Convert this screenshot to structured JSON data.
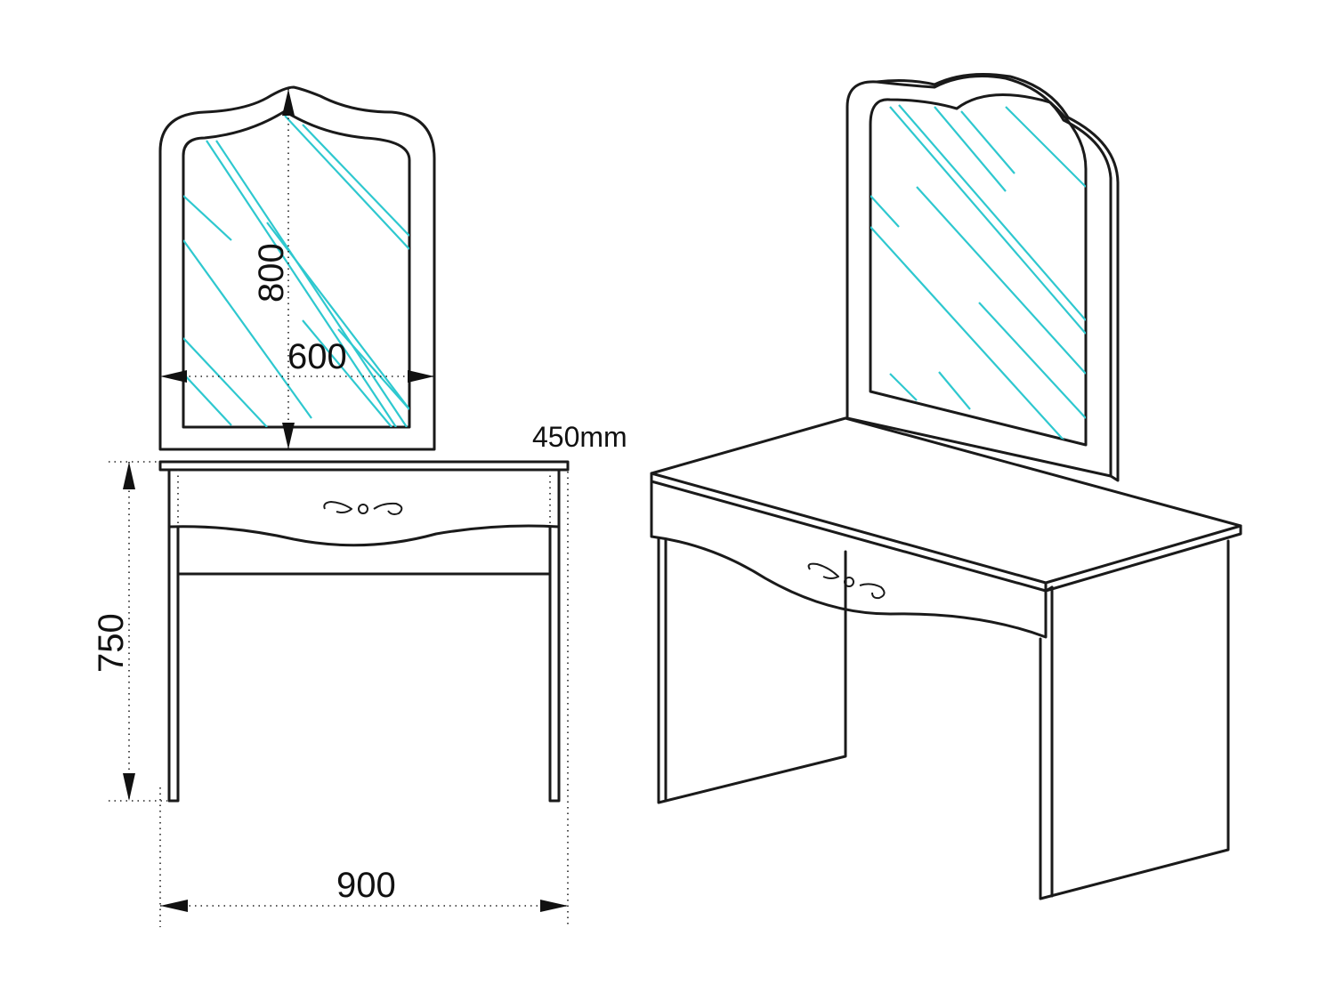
{
  "dimensions": {
    "mirror_height": "800",
    "mirror_width": "600",
    "depth": "450mm",
    "table_height": "750",
    "table_width": "900"
  },
  "colors": {
    "line": "#1a1a1a",
    "glass_reflection": "#2ec8cf"
  }
}
